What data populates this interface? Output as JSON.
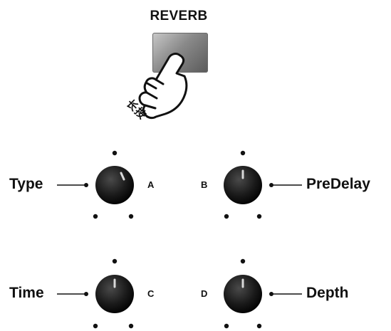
{
  "header": {
    "title": "REVERB"
  },
  "button": {
    "action_text": "长按"
  },
  "knobs": [
    {
      "id": "A",
      "param": "Type",
      "letter": "A"
    },
    {
      "id": "B",
      "param": "PreDelay",
      "letter": "B"
    },
    {
      "id": "C",
      "param": "Time",
      "letter": "C"
    },
    {
      "id": "D",
      "param": "Depth",
      "letter": "D"
    }
  ],
  "colors": {
    "button_light": "#c9c9c9",
    "button_dark": "#5a5a5a",
    "knob": "#1a1a1a",
    "ink": "#111111"
  },
  "icons": [
    "press-hand-icon",
    "rotary-knob-icon"
  ]
}
